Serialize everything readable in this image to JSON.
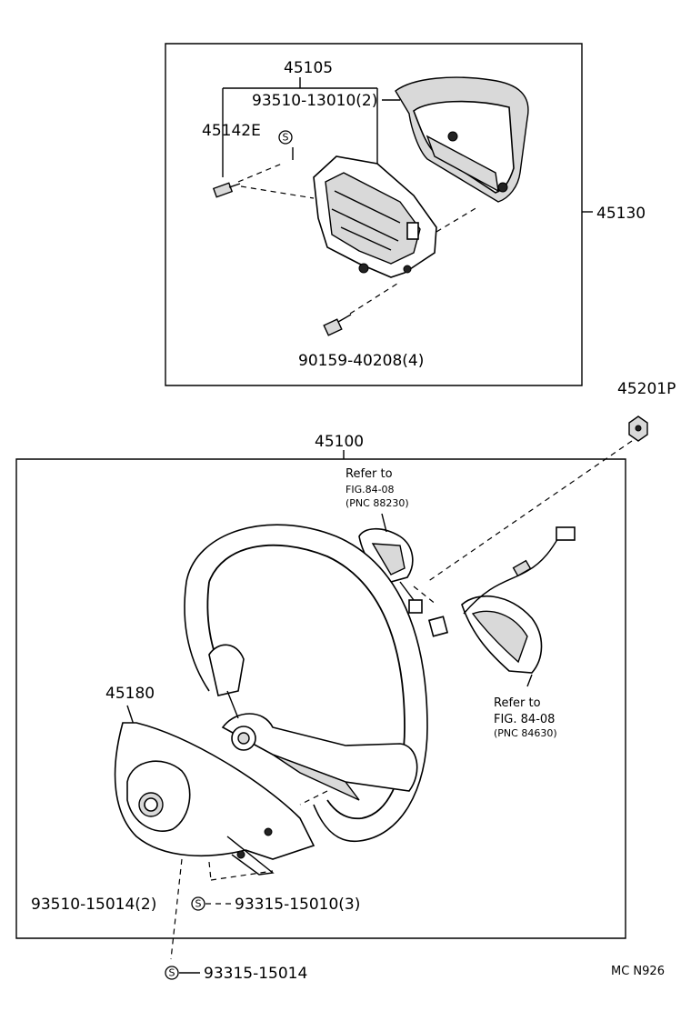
{
  "labels": {
    "p45105": "45105",
    "p93510_13010": "93510-13010(2)",
    "p45142E": "45142E",
    "p45130": "45130",
    "p90159": "90159-40208(4)",
    "p45201P": "45201P",
    "p45100": "45100",
    "ref_top_1": "Refer to",
    "ref_top_2": "FIG.84-08",
    "ref_top_3": "(PNC 88230)",
    "ref_right_1": "Refer to",
    "ref_right_2": "FIG. 84-08",
    "ref_right_3": "(PNC 84630)",
    "p45180": "45180",
    "p93510_15014": "93510-15014(2)",
    "p93315_15010": "93315-15010(3)",
    "p93315_15014": "93315-15014",
    "code": "MC N926"
  },
  "symbols": {
    "s_mark": "S"
  }
}
